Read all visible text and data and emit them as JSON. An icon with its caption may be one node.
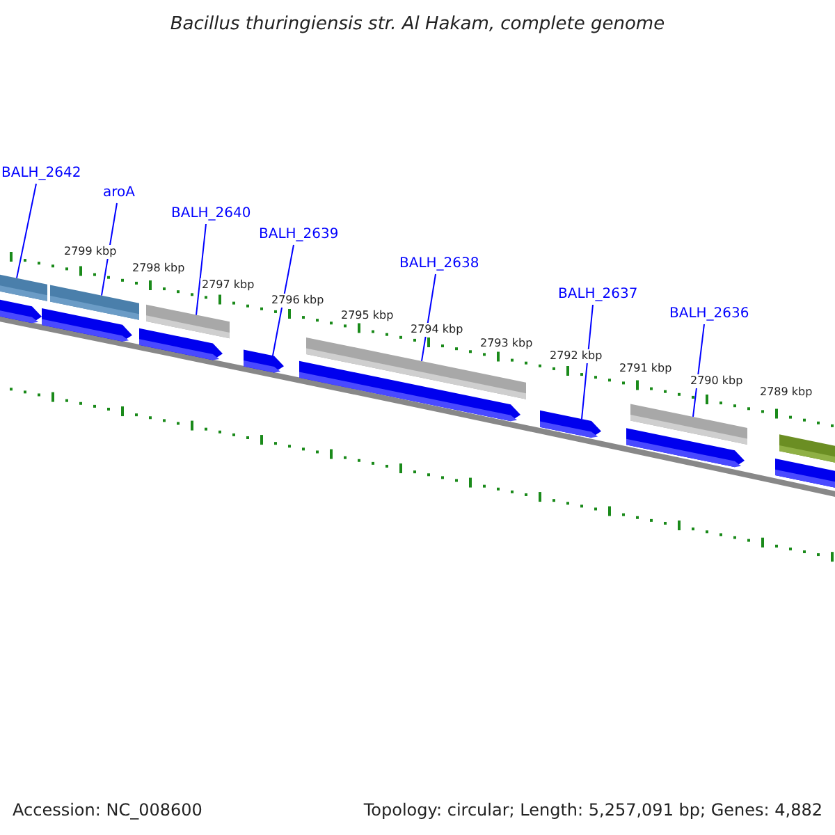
{
  "diagram": {
    "title": "Bacillus thuringiensis str. Al Hakam, complete genome",
    "nodes": [
      {
        "text": [
          "BALH_2642"
        ]
      },
      {
        "text": [
          "aroA"
        ]
      },
      {
        "text": [
          "BALH_2640"
        ]
      },
      {
        "text": [
          "BALH_2639"
        ]
      },
      {
        "text": [
          "BALH_2638"
        ]
      },
      {
        "text": [
          "BALH_2637"
        ]
      },
      {
        "text": [
          "BALH_2636"
        ]
      },
      {
        "text": [],
        "shape": "bar"
      },
      {
        "text": [],
        "shape": "bar"
      },
      {
        "text": [],
        "shape": "bar"
      },
      {
        "text": [],
        "shape": "bar"
      },
      {
        "text": [],
        "shape": "bar"
      },
      {
        "text": [],
        "shape": "bar"
      },
      {
        "text": [],
        "shape": "pentagon"
      },
      {
        "text": [],
        "shape": "pentagon"
      },
      {
        "text": [],
        "shape": "pentagon"
      },
      {
        "text": [],
        "shape": "pentagon"
      },
      {
        "text": [],
        "shape": "pentagon"
      },
      {
        "text": [],
        "shape": "pentagon"
      },
      {
        "text": [],
        "shape": "pentagon"
      },
      {
        "text": [],
        "shape": "pentagon"
      }
    ],
    "edges": [
      {
        "from": 0,
        "to": 7,
        "arrow": "none"
      },
      {
        "from": 1,
        "to": 8,
        "arrow": "none"
      },
      {
        "from": 2,
        "to": 9,
        "arrow": "none"
      },
      {
        "from": 3,
        "to": 16,
        "arrow": "none"
      },
      {
        "from": 4,
        "to": 10,
        "arrow": "none"
      },
      {
        "from": 5,
        "to": 18,
        "arrow": "none"
      },
      {
        "from": 6,
        "to": 11,
        "arrow": "none"
      }
    ],
    "labels": [
      "2799 kbp",
      "2798 kbp",
      "2797 kbp",
      "2796 kbp",
      "2795 kbp",
      "2794 kbp",
      "2793 kbp",
      "2792 kbp",
      "2791 kbp",
      "2790 kbp",
      "2789 kbp",
      "Accession: NC_008600",
      "Topology: circular; Length: 5,257,091 bp; Genes: 4,882"
    ]
  }
}
